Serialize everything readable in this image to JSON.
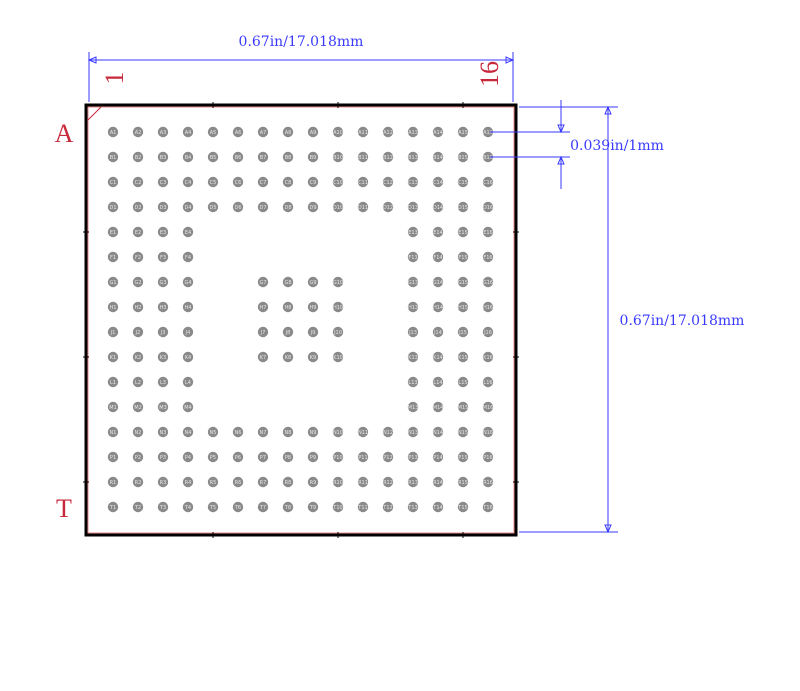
{
  "drawing": {
    "width_dimension": "0.67in/17.018mm",
    "height_dimension": "0.67in/17.018mm",
    "pitch_dimension": "0.039in/1mm",
    "first_column_label": "1",
    "last_column_label": "16",
    "first_row_label": "A",
    "last_row_label": "T"
  },
  "package": {
    "rows": [
      "A",
      "B",
      "C",
      "D",
      "E",
      "F",
      "G",
      "H",
      "J",
      "K",
      "L",
      "M",
      "N",
      "P",
      "R",
      "T"
    ],
    "columns": 16,
    "outer_ring_depth": 4,
    "center_block_rows": [
      "G",
      "H",
      "J",
      "K"
    ],
    "center_block_columns": [
      7,
      8,
      9,
      10
    ]
  },
  "colors": {
    "dimension_line": "#3a3aff",
    "label": "#c8283c",
    "body_outline": "#000000",
    "ball_fill": "#8a8a8a",
    "silk_outline": "#e88a8a"
  }
}
